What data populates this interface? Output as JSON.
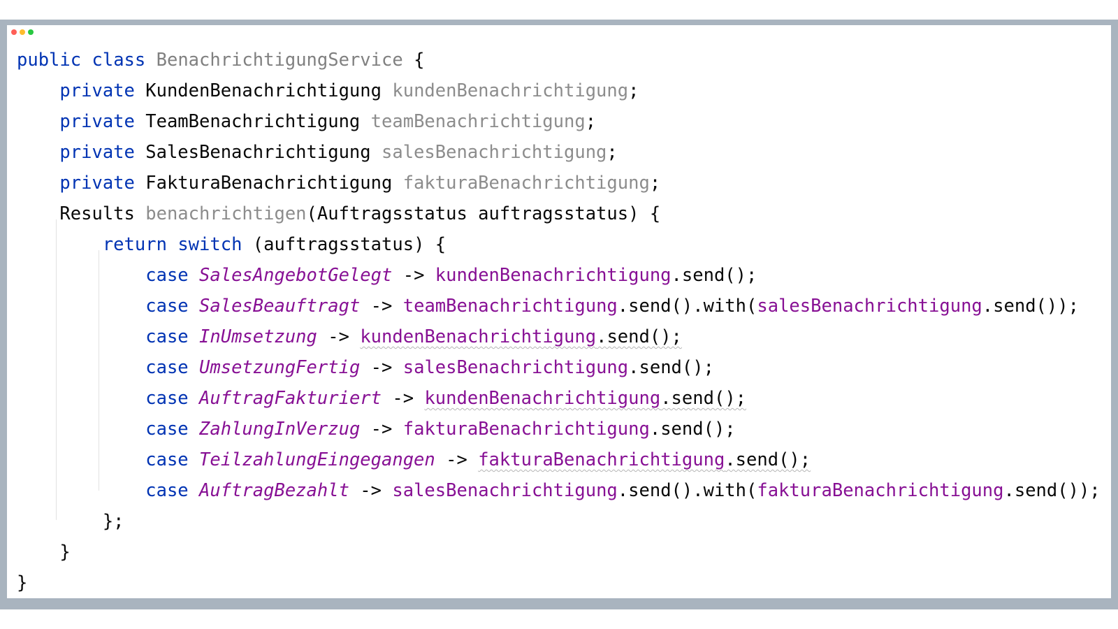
{
  "window": {
    "traffic_lights": {
      "close_color": "#ff5f57",
      "minimize_color": "#febc2e",
      "zoom_color": "#28c840"
    }
  },
  "code": {
    "lines": [
      {
        "tokens": [
          {
            "t": "public",
            "k": "kw"
          },
          {
            "t": " "
          },
          {
            "t": "class",
            "k": "kw"
          },
          {
            "t": " "
          },
          {
            "t": "BenachrichtigungService",
            "k": "cls-decl"
          },
          {
            "t": " {"
          }
        ]
      },
      {
        "indent": "    ",
        "tokens": [
          {
            "t": "private",
            "k": "kw"
          },
          {
            "t": " KundenBenachrichtigung "
          },
          {
            "t": "kundenBenachrichtigung",
            "k": "field"
          },
          {
            "t": ";"
          }
        ]
      },
      {
        "indent": "    ",
        "tokens": [
          {
            "t": "private",
            "k": "kw"
          },
          {
            "t": " TeamBenachrichtigung "
          },
          {
            "t": "teamBenachrichtigung",
            "k": "field"
          },
          {
            "t": ";"
          }
        ]
      },
      {
        "indent": "    ",
        "tokens": [
          {
            "t": "private",
            "k": "kw"
          },
          {
            "t": " SalesBenachrichtigung "
          },
          {
            "t": "salesBenachrichtigung",
            "k": "field"
          },
          {
            "t": ";"
          }
        ]
      },
      {
        "indent": "    ",
        "tokens": [
          {
            "t": "private",
            "k": "kw"
          },
          {
            "t": " FakturaBenachrichtigung "
          },
          {
            "t": "fakturaBenachrichtigung",
            "k": "field"
          },
          {
            "t": ";"
          }
        ]
      },
      {
        "indent": "    ",
        "tokens": [
          {
            "t": "Results "
          },
          {
            "t": "benachrichtigen",
            "k": "meth"
          },
          {
            "t": "(Auftragsstatus auftragsstatus) {"
          }
        ]
      },
      {
        "indent": "        ",
        "tokens": [
          {
            "t": "return",
            "k": "kw"
          },
          {
            "t": " "
          },
          {
            "t": "switch",
            "k": "kw"
          },
          {
            "t": " (auftragsstatus) {"
          }
        ]
      },
      {
        "indent": "            ",
        "tokens": [
          {
            "t": "case",
            "k": "kw"
          },
          {
            "t": " "
          },
          {
            "t": "SalesAngebotGelegt",
            "k": "enum"
          },
          {
            "t": " -> "
          },
          {
            "t": "kundenBenachrichtigung",
            "k": "ref"
          },
          {
            "t": ".send();"
          }
        ]
      },
      {
        "indent": "            ",
        "tokens": [
          {
            "t": "case",
            "k": "kw"
          },
          {
            "t": " "
          },
          {
            "t": "SalesBeauftragt",
            "k": "enum"
          },
          {
            "t": " -> "
          },
          {
            "t": "teamBenachrichtigung",
            "k": "ref"
          },
          {
            "t": ".send().with("
          },
          {
            "t": "salesBenachrichtigung",
            "k": "ref"
          },
          {
            "t": ".send());"
          }
        ]
      },
      {
        "indent": "            ",
        "tokens": [
          {
            "t": "case",
            "k": "kw"
          },
          {
            "t": " "
          },
          {
            "t": "InUmsetzung",
            "k": "enum"
          },
          {
            "t": " -> "
          },
          {
            "t": "kundenBenachrichtigung",
            "k": "ref",
            "warn": true
          },
          {
            "t": ".send();",
            "warn": true
          }
        ]
      },
      {
        "indent": "            ",
        "tokens": [
          {
            "t": "case",
            "k": "kw"
          },
          {
            "t": " "
          },
          {
            "t": "UmsetzungFertig",
            "k": "enum"
          },
          {
            "t": " -> "
          },
          {
            "t": "salesBenachrichtigung",
            "k": "ref"
          },
          {
            "t": ".send();"
          }
        ]
      },
      {
        "indent": "            ",
        "tokens": [
          {
            "t": "case",
            "k": "kw"
          },
          {
            "t": " "
          },
          {
            "t": "AuftragFakturiert",
            "k": "enum"
          },
          {
            "t": " -> "
          },
          {
            "t": "kundenBenachrichtigung",
            "k": "ref",
            "warn": true
          },
          {
            "t": ".send();",
            "warn": true
          }
        ]
      },
      {
        "indent": "            ",
        "tokens": [
          {
            "t": "case",
            "k": "kw"
          },
          {
            "t": " "
          },
          {
            "t": "ZahlungInVerzug",
            "k": "enum"
          },
          {
            "t": " -> "
          },
          {
            "t": "fakturaBenachrichtigung",
            "k": "ref"
          },
          {
            "t": ".send();"
          }
        ]
      },
      {
        "indent": "            ",
        "tokens": [
          {
            "t": "case",
            "k": "kw"
          },
          {
            "t": " "
          },
          {
            "t": "TeilzahlungEingegangen",
            "k": "enum"
          },
          {
            "t": " -> "
          },
          {
            "t": "fakturaBenachrichtigung",
            "k": "ref",
            "warn": true
          },
          {
            "t": ".send();",
            "warn": true
          }
        ]
      },
      {
        "indent": "            ",
        "tokens": [
          {
            "t": "case",
            "k": "kw"
          },
          {
            "t": " "
          },
          {
            "t": "AuftragBezahlt",
            "k": "enum"
          },
          {
            "t": " -> "
          },
          {
            "t": "salesBenachrichtigung",
            "k": "ref"
          },
          {
            "t": ".send().with("
          },
          {
            "t": "fakturaBenachrichtigung",
            "k": "ref"
          },
          {
            "t": ".send());"
          }
        ]
      },
      {
        "indent": "        ",
        "tokens": [
          {
            "t": "};"
          }
        ]
      },
      {
        "indent": "    ",
        "tokens": [
          {
            "t": "}"
          }
        ]
      },
      {
        "tokens": [
          {
            "t": "}"
          }
        ]
      }
    ]
  }
}
